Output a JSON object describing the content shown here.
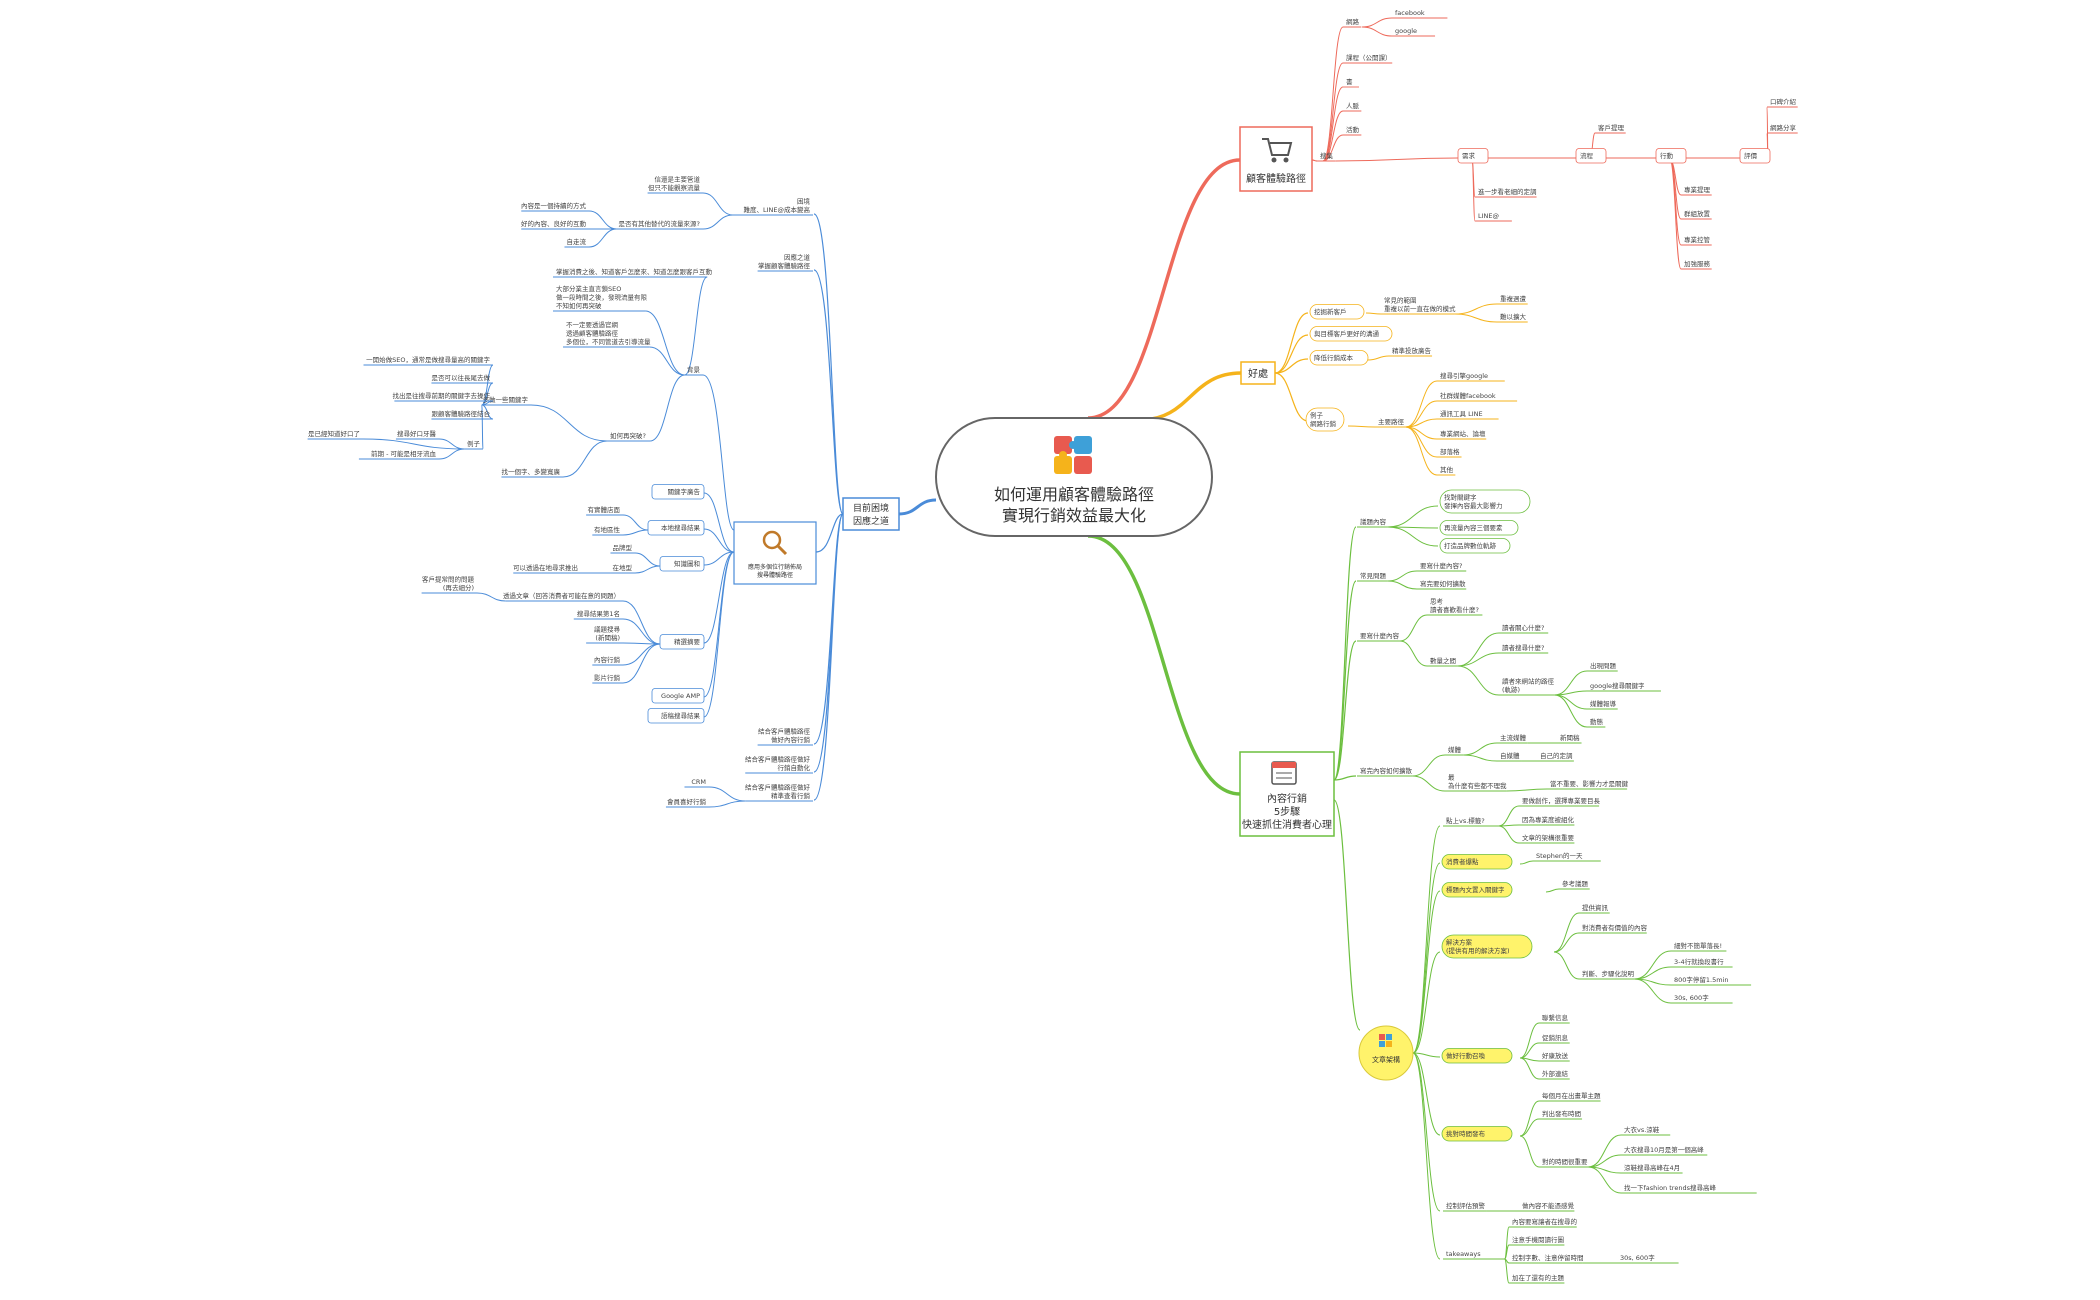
{
  "central": {
    "title_line1": "如何運用顧客體驗路徑",
    "title_line2": "實現行銷效益最大化",
    "icon": "puzzle-icon"
  },
  "branches": [
    {
      "id": "journey",
      "color": "#ee6a5b",
      "title": "顧客體驗路徑",
      "icon": "shopping-cart-icon"
    },
    {
      "id": "benefit",
      "color": "#f5b31b",
      "title": "好處"
    },
    {
      "id": "content",
      "color": "#6cbf3f",
      "title_lines": [
        "內容行銷",
        "5步驟",
        "快速抓住消費者心理"
      ],
      "icon": "calendar-icon"
    },
    {
      "id": "current",
      "color": "#4a8bd8",
      "title_lines": [
        "目前困境",
        "因應之道"
      ]
    }
  ],
  "journey": {
    "gather": "搜集",
    "web": "網路",
    "fb": "facebook",
    "google": "google",
    "course": "課程（公開課）",
    "book": "書",
    "people": "人脈",
    "event": "活動",
    "need": "需求",
    "need1": "進一步看老細的定調",
    "need2": "LINE@",
    "flow": "流程",
    "flow_customer": "客戶提理",
    "action": "行動",
    "act1": "專業提理",
    "act2": "群組放置",
    "act3": "專業控管",
    "act4": "加強服務",
    "eval": "評價",
    "eval1": "口碑介紹",
    "eval2": "網路分享"
  },
  "benefit": {
    "b1": "挖掘新客戶",
    "b1a": "常見的範圍\n重複以前一直在做的模式",
    "b1a1": "重複週遭",
    "b1a2": "難以擴大",
    "b2": "與目標客戶更好的溝通",
    "b3": "降低行銷成本",
    "b3a": "精準投放廣告",
    "b4": "例子\n網路行銷",
    "b4a": "主要路徑",
    "b4a1": "搜尋引擎google",
    "b4a2": "社群媒體facebook",
    "b4a3": "通訊工具 LINE",
    "b4a4": "專業網站、論壇",
    "b4a5": "部落格",
    "b4a6": "其他"
  },
  "content": {
    "s1": "議題內容",
    "s1a": "找對關鍵字\n發揮內容最大影響力",
    "s1b": "再流量內容三個要素",
    "s1c": "打造品牌數位軌跡",
    "s2": "常見問題",
    "s2a": "要寫什麼內容?",
    "s2b": "寫完要如何擴散",
    "s3": "要寫什麼內容",
    "s3a": "思考\n讀者喜歡看什麼?",
    "s3b": "數量之間",
    "s3b1": "讀者關心什麼?",
    "s3b2": "讀者搜尋什麼?",
    "s3b3": "讀者來網站的路徑\n(軌跡)",
    "s3b3a": "出現問題",
    "s3b3b": "google搜尋關鍵字",
    "s3b3c": "媒體報導",
    "s3b3d": "動態",
    "s4": "寫完內容如何擴散",
    "s4a": "媒體",
    "s4a1": "主流媒體",
    "s4a1a": "新聞稿",
    "s4a2": "自媒體",
    "s4a2a": "自己的定調",
    "s4b": "最\n為什麼有些都不理我",
    "s4b1": "當不重要、影響力才是關鍵",
    "hub": "文章架構",
    "h1": "點上vs.標籤?",
    "h1a": "要做創作，選擇專業要目長",
    "h1b": "因為專業度被組化",
    "h1c": "文章的架構很重要",
    "h2": "消費者爆點",
    "h2a": "Stephen的一天",
    "h3": "標題內文置入關鍵字",
    "h3a": "參考議題",
    "h4": "解決方案\n(提供有用的解決方案)",
    "h4a": "提供資訊",
    "h4b": "對消費者有價值的內容",
    "h4c": "判斷、步驟化說明",
    "h4c1": "細對不簡單落長!",
    "h4c2": "3-4行就換段書行",
    "h4c3": "800字停留1.5min",
    "h4c4": "30s, 600字",
    "h5": "做好行動召喚",
    "h5a": "聯繫信息",
    "h5b": "促銷訊息",
    "h5c": "好康放送",
    "h5d": "外部連結",
    "h6": "挑對時間發布",
    "h6a": "每個月在出畫單主題",
    "h6b": "判出發布時間",
    "h6c": "對的時間很重要",
    "h6c1": "大衣vs.涼鞋",
    "h6c2": "大衣搜尋10月是第一個高峰",
    "h6c3": "涼鞋搜尋高峰在4月",
    "h6c4": "找一下fashion trends搜尋高峰",
    "h7": "控制評估預警",
    "h7a": "做內容不能憑感覺",
    "h8": "takeaways",
    "h8a": "內容要寫讓者在搜尋的",
    "h8b": "注意手機閱讀行圖",
    "h8c": "控制字數、注意停留時間",
    "h8c1": "30s, 600字",
    "h8d": "加在了還有的主題"
  },
  "current": {
    "c1": "困境\n難度、LINE@成本變高",
    "c1a": "信還是主要管道\n但只不能觀察流量",
    "c1b": "是否有其他替代的流量來源?",
    "c1b1": "內容是一個持續的方式",
    "c1b2": "好的內容、良好的互動",
    "c1b3": "自走流",
    "c2": "因應之道\n掌握顧客體驗路徑",
    "bg": "背景",
    "bg1": "掌握消費之後、知道客戶怎麼來、知道怎麼跟客戶互動",
    "bg2": "大部分業主直言鎖SEO\n做一段時間之後，發現流量有限\n不知如何再突破",
    "bg3": "不一定要透過官網\n透過顧客體驗路徑\n多個位，不同管道去引導流量",
    "bg4": "如何再突破?",
    "bg4a": "多做一些關鍵字",
    "bg4a1": "一開始做SEO，通常是做搜尋量高的關鍵字",
    "bg4a2": "是否可以往長尾去做",
    "bg4a3": "找出是往搜尋前期的關鍵字去操作",
    "bg4a4": "跟顧客體驗路徑結合",
    "bg4a5": "例子",
    "bg4a5a": "是已經知道好口了",
    "bg4a5b": "搜尋好口牙醫",
    "bg4a5c": "前期 - 可能是相牙流血",
    "bg4b": "找一個字、多變寬廣",
    "search": "應用多個位行銷佈局\n搜尋體驗路徑",
    "k1": "關鍵字廣告",
    "k2": "本地搜尋結果",
    "k2a": "有實體店面",
    "k2b": "有地區性",
    "k3": "知識圖和",
    "k3a": "品牌型",
    "k3b": "在地型",
    "k3b1": "可以透過在地尋求推出",
    "k4": "精選摘要",
    "k4a": "透過文章（回答消費者可能在意的問題）",
    "k4a1": "客戶提常問的問題\n(再去細分)",
    "k4b": "搜尋結果第1名",
    "k4c": "議題搜尋\n(新聞稿)",
    "k4d": "內容行銷",
    "k4e": "影片行銷",
    "k5": "Google AMP",
    "k6": "語稿搜尋結果",
    "c3": "結合客戶體驗路徑\n做好內容行銷",
    "c4": "結合客戶體驗路徑做好\n行銷自動化",
    "c5": "結合客戶體驗路徑做好\n精準查看行銷",
    "c5a": "CRM",
    "c5b": "會員喜好行銷"
  }
}
